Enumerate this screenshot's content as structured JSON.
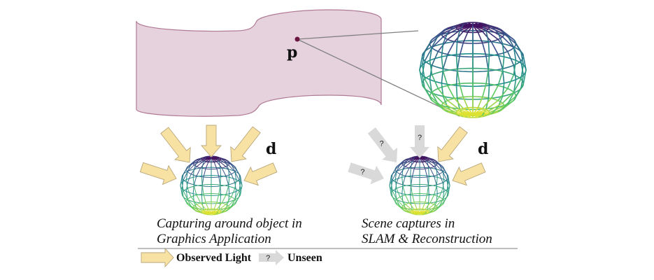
{
  "figure": {
    "point_label": "p",
    "direction_label_left": "d",
    "direction_label_right": "d",
    "left_caption": {
      "line1": "Capturing around object in",
      "line2": "Graphics Application"
    },
    "right_caption": {
      "line1": "Scene captures in",
      "line2": "SLAM & Reconstruction"
    },
    "unknown_marker": "?",
    "legend": {
      "observed_label": "Observed Light",
      "unseen_label": "Unseen",
      "unseen_marker": "?"
    }
  },
  "colors": {
    "surface_fill": "#e6d2dc",
    "surface_stroke": "#b07a95",
    "point": "#6a1540",
    "observed_arrow_fill": "#f8e2a3",
    "observed_arrow_stroke": "#b9a77a",
    "unseen_arrow_fill": "#d9d9d9",
    "leader_line": "#808080",
    "separator": "#999999"
  }
}
